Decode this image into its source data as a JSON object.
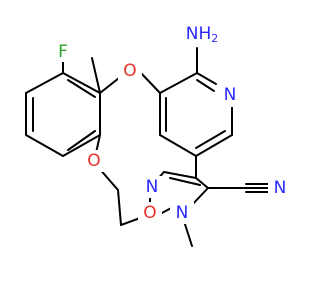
{
  "molecule": {
    "atoms": {
      "fluorine": "F",
      "ether_o_1": "O",
      "ether_o_2": "O",
      "ether_o_3": "O",
      "amino_nh": "NH",
      "amino_sub": "2",
      "pyridine_n": "N",
      "pyrazole_n_1": "N",
      "pyrazole_n_2": "N",
      "nitrile_n": "N"
    },
    "colors": {
      "bond": "#000000",
      "oxygen": "#e8312a",
      "nitrogen": "#2a2aff",
      "fluorine": "#2fa32f"
    }
  }
}
